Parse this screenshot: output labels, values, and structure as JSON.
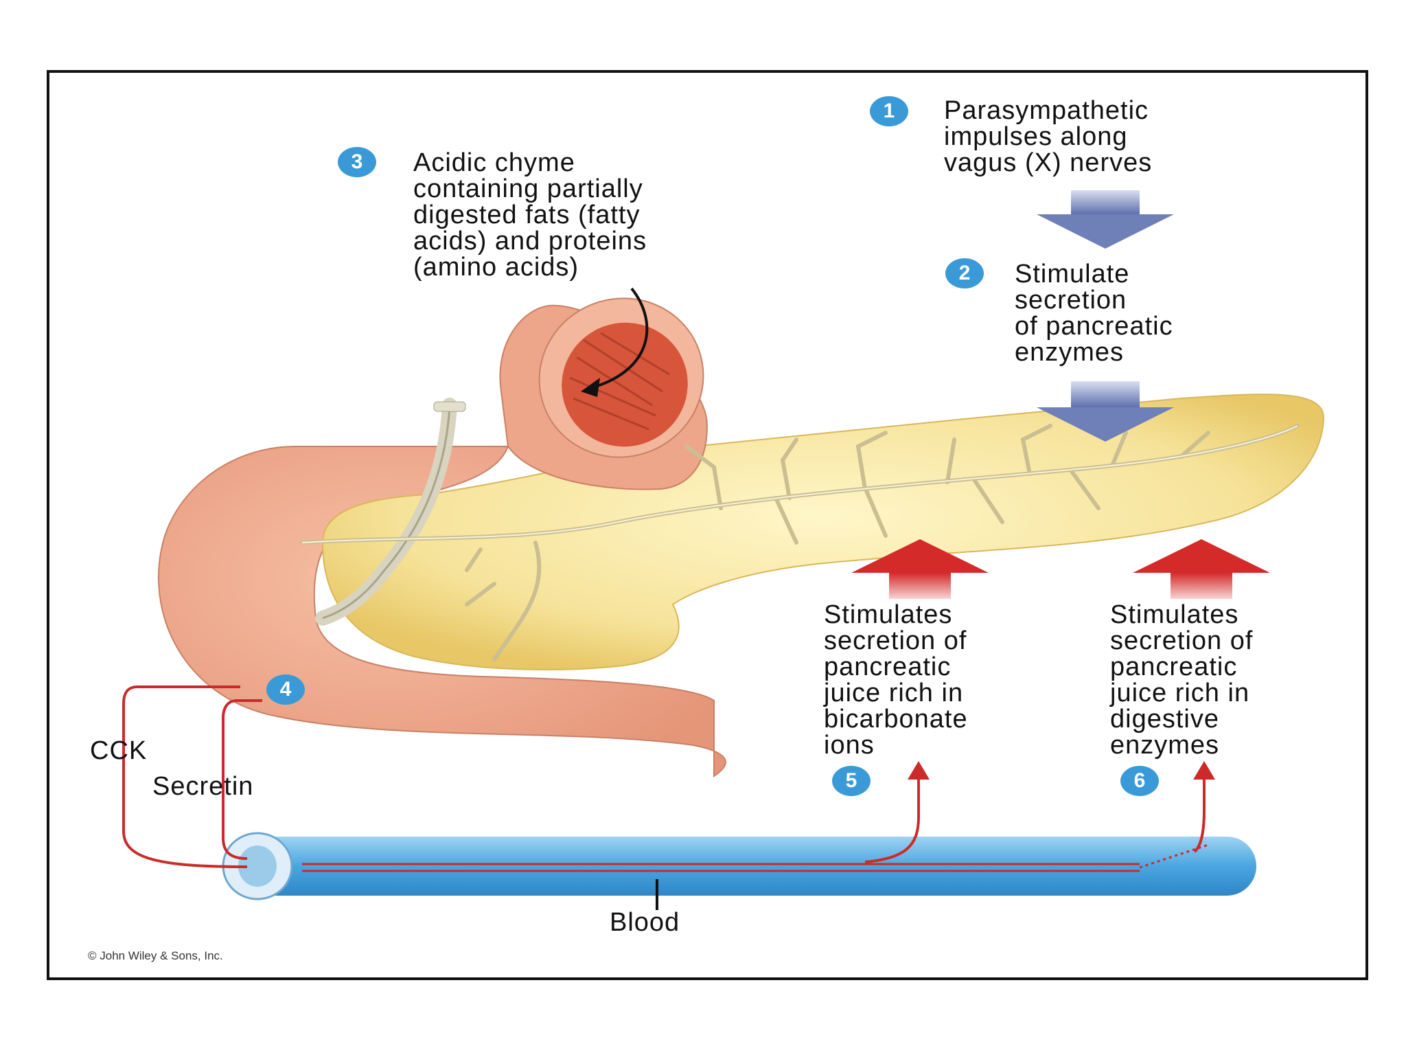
{
  "steps": [
    {
      "num": "1",
      "text": "Parasympathetic\nimpulses along\nvagus (X) nerves"
    },
    {
      "num": "2",
      "text": "Stimulate\nsecretion\nof pancreatic\nenzymes"
    },
    {
      "num": "3",
      "text": "Acidic chyme\ncontaining partially\ndigested fats (fatty\nacids) and proteins\n(amino acids)"
    },
    {
      "num": "4"
    },
    {
      "num": "5",
      "text": "Stimulates\nsecretion of\npancreatic\njuice rich in\nbicarbonate\nions"
    },
    {
      "num": "6",
      "text": "Stimulates\nsecretion of\npancreatic\njuice rich in\ndigestive\nenzymes"
    }
  ],
  "hormones": {
    "cck": "CCK",
    "secretin": "Secretin"
  },
  "blood_label": "Blood",
  "copyright": "© John Wiley & Sons, Inc.",
  "colors": {
    "badge": "#3a9ad8",
    "pancreas": "#f6e39a",
    "duodenum": "#eea68a",
    "blood_vessel": "#5fb2e6",
    "hormone_path": "#cc2a2a",
    "nerve_arrow": "#6f7fb8",
    "duct": "#cbbf92"
  }
}
